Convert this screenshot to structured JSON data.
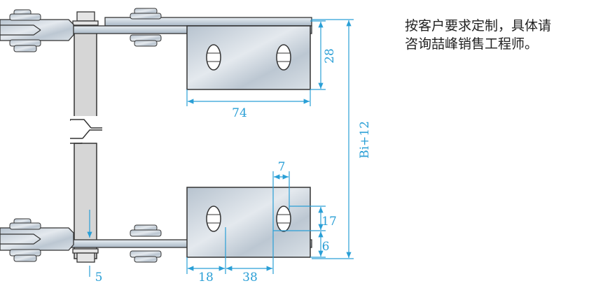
{
  "note": {
    "line1": "按客户要求定制，具体请",
    "line2": "咨询喆峰销售工程师。"
  },
  "dimensions": {
    "plate_height": "28",
    "plate_width": "74",
    "overall": "Bi+12",
    "slot_width": "7",
    "slot_height": "17",
    "bottom_offset": "6",
    "hole_offset": "18",
    "hole_pitch": "38",
    "post_offset": "5"
  },
  "colors": {
    "dimension": "#2a9fd6",
    "steel": "#c9d3dc",
    "post": "#d6d6d6"
  }
}
